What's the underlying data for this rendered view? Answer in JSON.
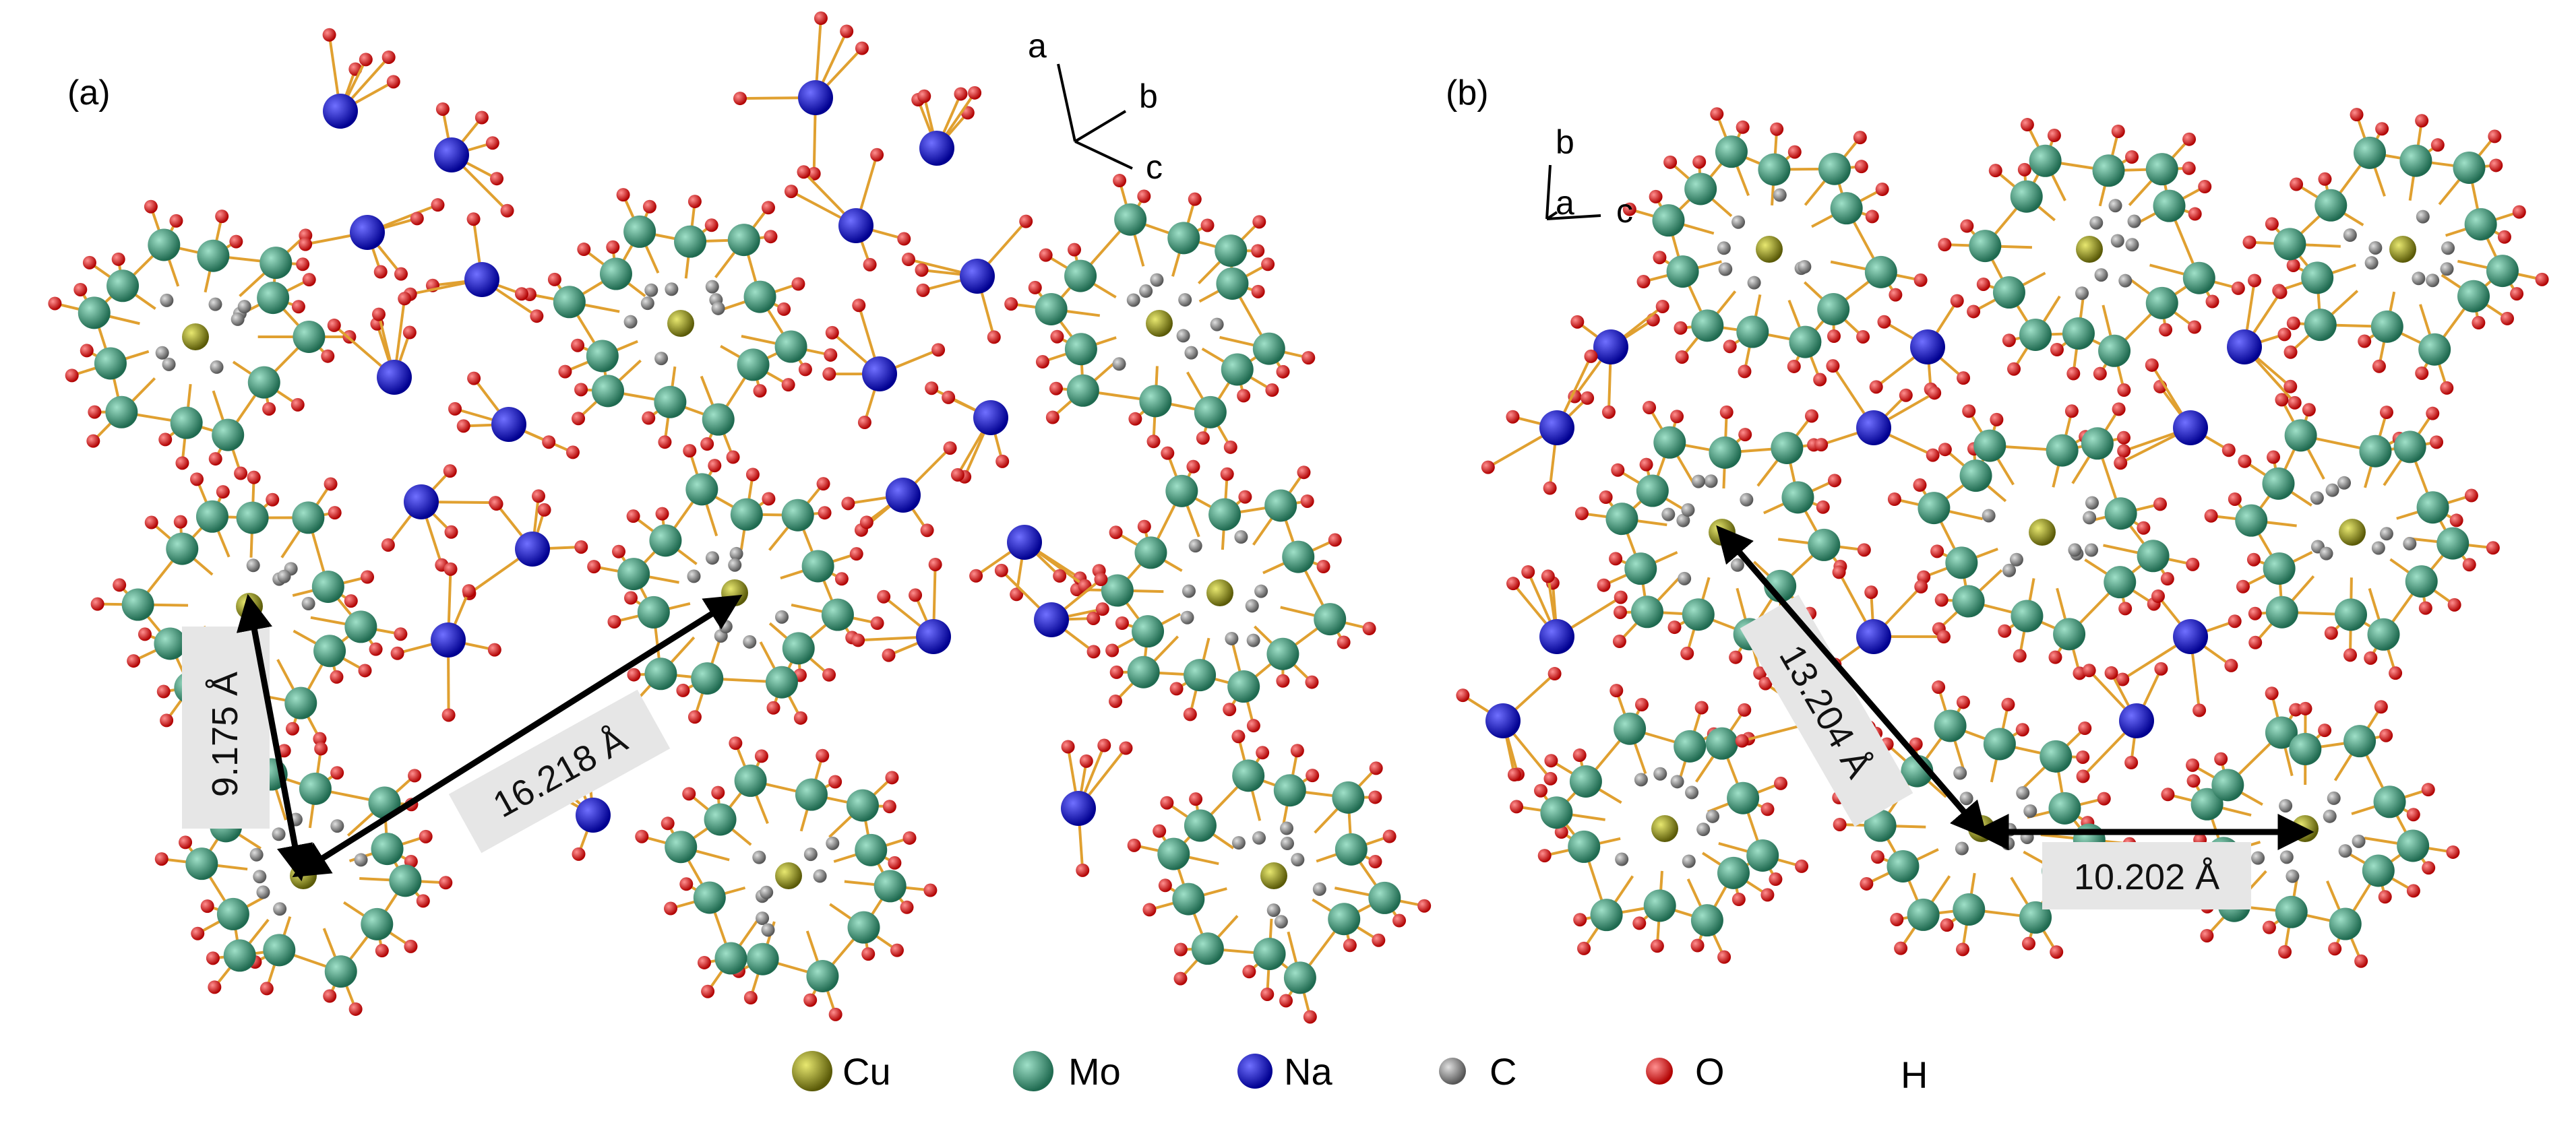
{
  "panels": {
    "a": {
      "label": "(a)",
      "axes": [
        "a",
        "b",
        "c"
      ]
    },
    "b": {
      "label": "(b)",
      "axes": [
        "b",
        "a",
        "c"
      ]
    }
  },
  "distances": [
    "9.175 Å",
    "16.218 Å",
    "13.204 Å",
    "10.202 Å"
  ],
  "legend": [
    {
      "symbol": "Cu",
      "color": "#7a7a12"
    },
    {
      "symbol": "Mo",
      "color": "#2e8b6b"
    },
    {
      "symbol": "Na",
      "color": "#1010d0"
    },
    {
      "symbol": "C",
      "color": "#8a8a8a"
    },
    {
      "symbol": "O",
      "color": "#e01010"
    },
    {
      "symbol": "H",
      "color": "#ffffff"
    }
  ],
  "colors": {
    "bond": "#e0a030",
    "arrow": "#000000",
    "label_box": "#e6e6e6"
  }
}
